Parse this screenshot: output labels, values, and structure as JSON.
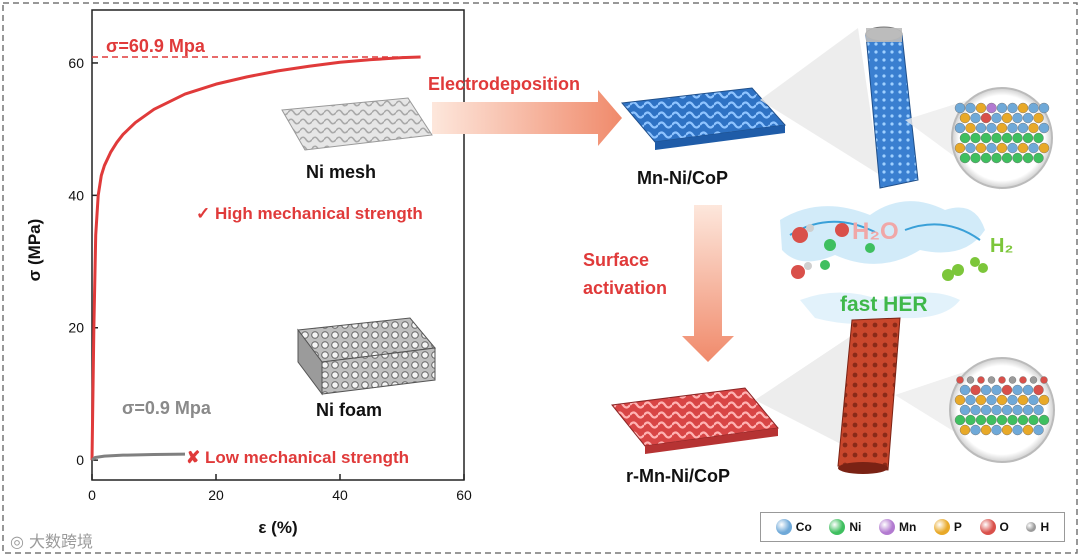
{
  "chart_data": {
    "type": "line",
    "xlabel": "ε (%)",
    "ylabel": "σ (MPa)",
    "xlim": [
      0,
      60
    ],
    "ylim": [
      -3,
      68
    ],
    "x_ticks": [
      0,
      20,
      40,
      60
    ],
    "y_ticks": [
      0,
      20,
      40,
      60
    ],
    "series": [
      {
        "name": "Ni mesh",
        "color": "#e03a3a",
        "x": [
          0,
          0.3,
          0.6,
          1,
          1.5,
          2,
          3,
          4,
          5,
          7,
          10,
          15,
          20,
          25,
          30,
          35,
          40,
          45,
          50,
          53
        ],
        "y": [
          0,
          20,
          34,
          40,
          43,
          44.5,
          46.5,
          48,
          49.2,
          51,
          53,
          55.3,
          56.8,
          57.9,
          58.8,
          59.5,
          60.1,
          60.5,
          60.8,
          60.9
        ]
      },
      {
        "name": "Ni foam",
        "color": "#808080",
        "x": [
          0,
          0.5,
          2,
          5,
          10,
          15
        ],
        "y": [
          0,
          0.4,
          0.6,
          0.75,
          0.85,
          0.9
        ]
      }
    ],
    "annotations": {
      "mesh_stress": "σ=60.9 Mpa",
      "foam_stress": "σ=0.9 Mpa",
      "mesh_label": "Ni mesh",
      "mesh_note": "✓ High mechanical strength",
      "foam_label": "Ni foam",
      "foam_note": "✘ Low mechanical strength"
    },
    "mesh_stress_value": 60.9
  },
  "process": {
    "step1": "Electrodeposition",
    "step2_line1": "Surface",
    "step2_line2": "activation",
    "product1": "Mn-Ni/CoP",
    "product2": "r-Mn-Ni/CoP",
    "water": "H₂O",
    "hydrogen": "H₂",
    "fast_her": "fast HER"
  },
  "legend": [
    {
      "label": "Co",
      "color": "#6fa9d8"
    },
    {
      "label": "Ni",
      "color": "#3fbf5f"
    },
    {
      "label": "Mn",
      "color": "#b27ad0"
    },
    {
      "label": "P",
      "color": "#e8a928"
    },
    {
      "label": "O",
      "color": "#d9504a"
    },
    {
      "label": "H",
      "color": "#9a9a9a"
    }
  ],
  "watermark": "大数跨境"
}
